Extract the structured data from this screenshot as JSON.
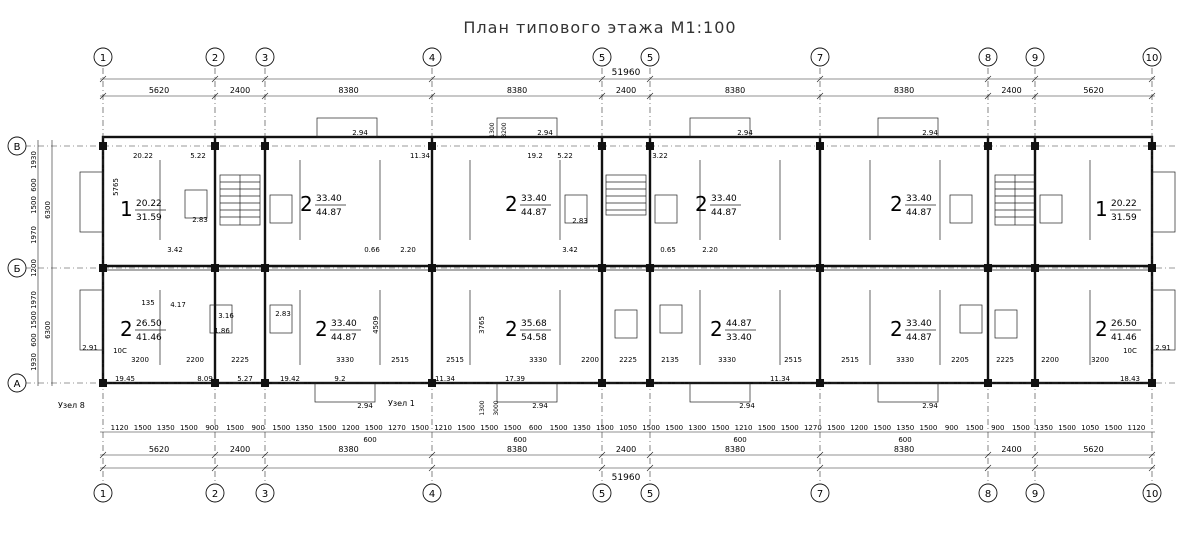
{
  "title": "План типового этажа М1:100",
  "axes_vertical": [
    "1",
    "2",
    "3",
    "4",
    "5",
    "5",
    "7",
    "8",
    "9",
    "10"
  ],
  "axes_horizontal": [
    "В",
    "Б",
    "А"
  ],
  "total_dimension": "51960",
  "spans": [
    "5620",
    "2400",
    "8380",
    "8380",
    "2400",
    "8380",
    "8380",
    "2400",
    "5620"
  ],
  "bottom_segments": [
    "1120",
    "1500",
    "1350",
    "1500",
    "900",
    "1500",
    "900",
    "1500",
    "1350",
    "1500",
    "1200",
    "1500",
    "1270",
    "1500",
    "1210",
    "1500",
    "1500",
    "1500",
    "600",
    "1500",
    "1350",
    "1500",
    "1050",
    "1500",
    "1500",
    "1300",
    "1500",
    "1210",
    "1500",
    "1500",
    "1270",
    "1500",
    "1200",
    "1500",
    "1350",
    "1500",
    "900",
    "1500",
    "900",
    "1500",
    "1350",
    "1500",
    "1050",
    "1500",
    "1120"
  ],
  "bottom_sub": [
    "600",
    "600",
    "600",
    "600"
  ],
  "left_dims": [
    "1930",
    "600",
    "1500",
    "1970",
    "1200",
    "6300",
    "1970",
    "1500",
    "600",
    "1930",
    "6300"
  ],
  "balcony_dims": [
    "2.94",
    "2.94",
    "2.94",
    "2.94",
    "2.94",
    "2.94",
    "2.94",
    "2.94"
  ],
  "stair_dims": [
    "1300",
    "3200",
    "1300",
    "3000"
  ],
  "notes": {
    "section": "Узел 1",
    "node": "Узел 8"
  },
  "rooms": [
    {
      "num": "1",
      "a": "20.22",
      "b": "31.59"
    },
    {
      "num": "2",
      "a": "33.40",
      "b": "44.87"
    },
    {
      "num": "2",
      "a": "33.40",
      "b": "44.87"
    },
    {
      "num": "2",
      "a": "33.40",
      "b": "44.87"
    },
    {
      "num": "2",
      "a": "33.40",
      "b": "44.87"
    },
    {
      "num": "1",
      "a": "20.22",
      "b": "31.59"
    },
    {
      "num": "2",
      "a": "26.50",
      "b": "41.46"
    },
    {
      "num": "2",
      "a": "33.40",
      "b": "44.87"
    },
    {
      "num": "2",
      "a": "35.68",
      "b": "54.58"
    },
    {
      "num": "2",
      "a": "44.87",
      "b": "33.40"
    },
    {
      "num": "2",
      "a": "33.40",
      "b": "44.87"
    },
    {
      "num": "2",
      "a": "26.50",
      "b": "41.46"
    }
  ],
  "small_labels": [
    "20.22",
    "5.22",
    "2.83",
    "3.42",
    "0.66",
    "2.20",
    "11.34",
    "19.2",
    "5.22",
    "3.22",
    "4.17",
    "1.86",
    "3.16",
    "2.83",
    "19.45",
    "8.09",
    "5.27",
    "17.39",
    "9.2",
    "2.83",
    "3.42",
    "0.65",
    "2.20",
    "5765",
    "4509",
    "3765",
    "135",
    "3200",
    "2200",
    "2225",
    "3330",
    "2515",
    "2515",
    "3330",
    "2200",
    "2225",
    "2135",
    "3330",
    "2515",
    "2515",
    "3330",
    "2205",
    "2225",
    "2200",
    "3200",
    "10С",
    "10С",
    "2.91",
    "2.91",
    "18.43",
    "19.42",
    "11.34",
    "11.34"
  ]
}
